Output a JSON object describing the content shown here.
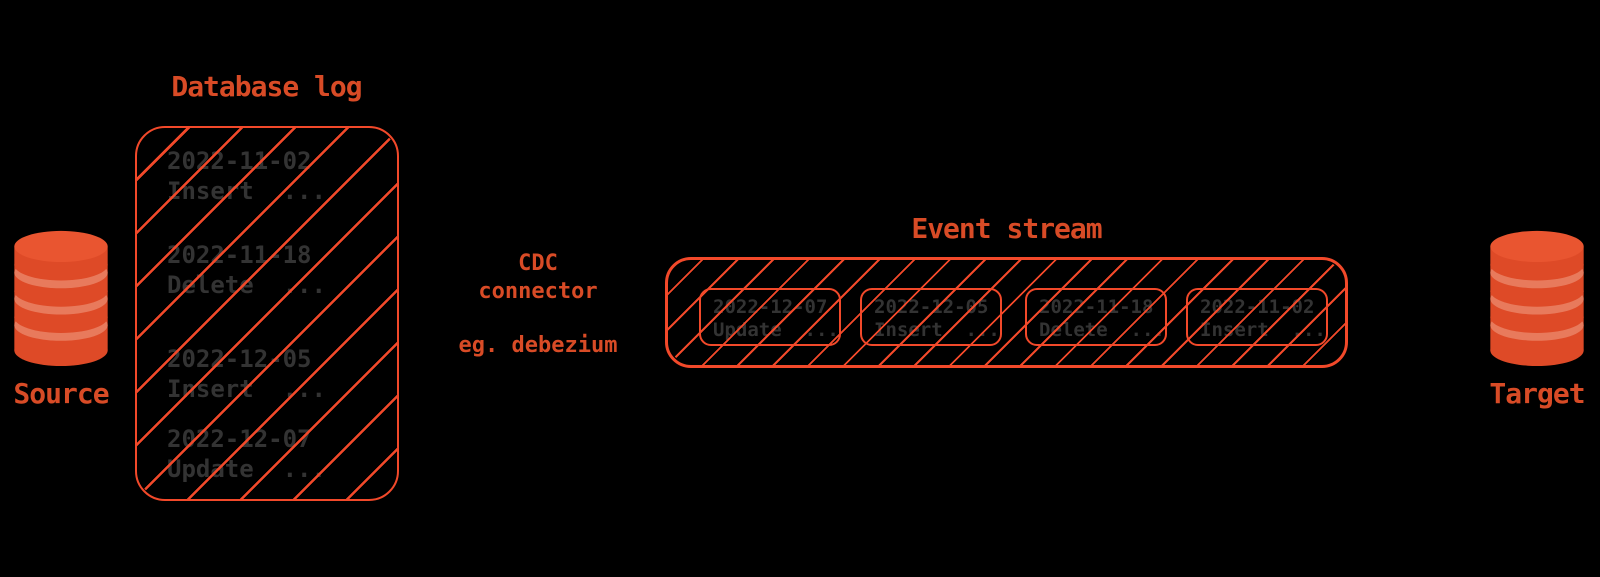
{
  "colors": {
    "background": "#000000",
    "accent": "#D84B26",
    "hatch": "#F2492A",
    "entry_text": "#333333",
    "cyl_main": "#DE4A27",
    "cyl_top": "#E95530",
    "cyl_band": "#E87A5C"
  },
  "source": {
    "label": "Source"
  },
  "target": {
    "label": "Target"
  },
  "database_log": {
    "title": "Database log",
    "entries": [
      {
        "date": "2022-11-02",
        "op": "Insert  ..."
      },
      {
        "date": "2022-11-18",
        "op": "Delete  ..."
      },
      {
        "date": "2022-12-05",
        "op": "Insert  ..."
      },
      {
        "date": "2022-12-07",
        "op": "Update  ..."
      }
    ]
  },
  "cdc_connector": {
    "line1": "CDC",
    "line2": "connector",
    "example": "eg. debezium"
  },
  "event_stream": {
    "title": "Event stream",
    "events": [
      {
        "date": "2022-12-07",
        "op": "Update  ..."
      },
      {
        "date": "2022-12-05",
        "op": "Insert  ..."
      },
      {
        "date": "2022-11-18",
        "op": "Delete  ..."
      },
      {
        "date": "2022-11-02",
        "op": "Insert  ..."
      }
    ]
  }
}
